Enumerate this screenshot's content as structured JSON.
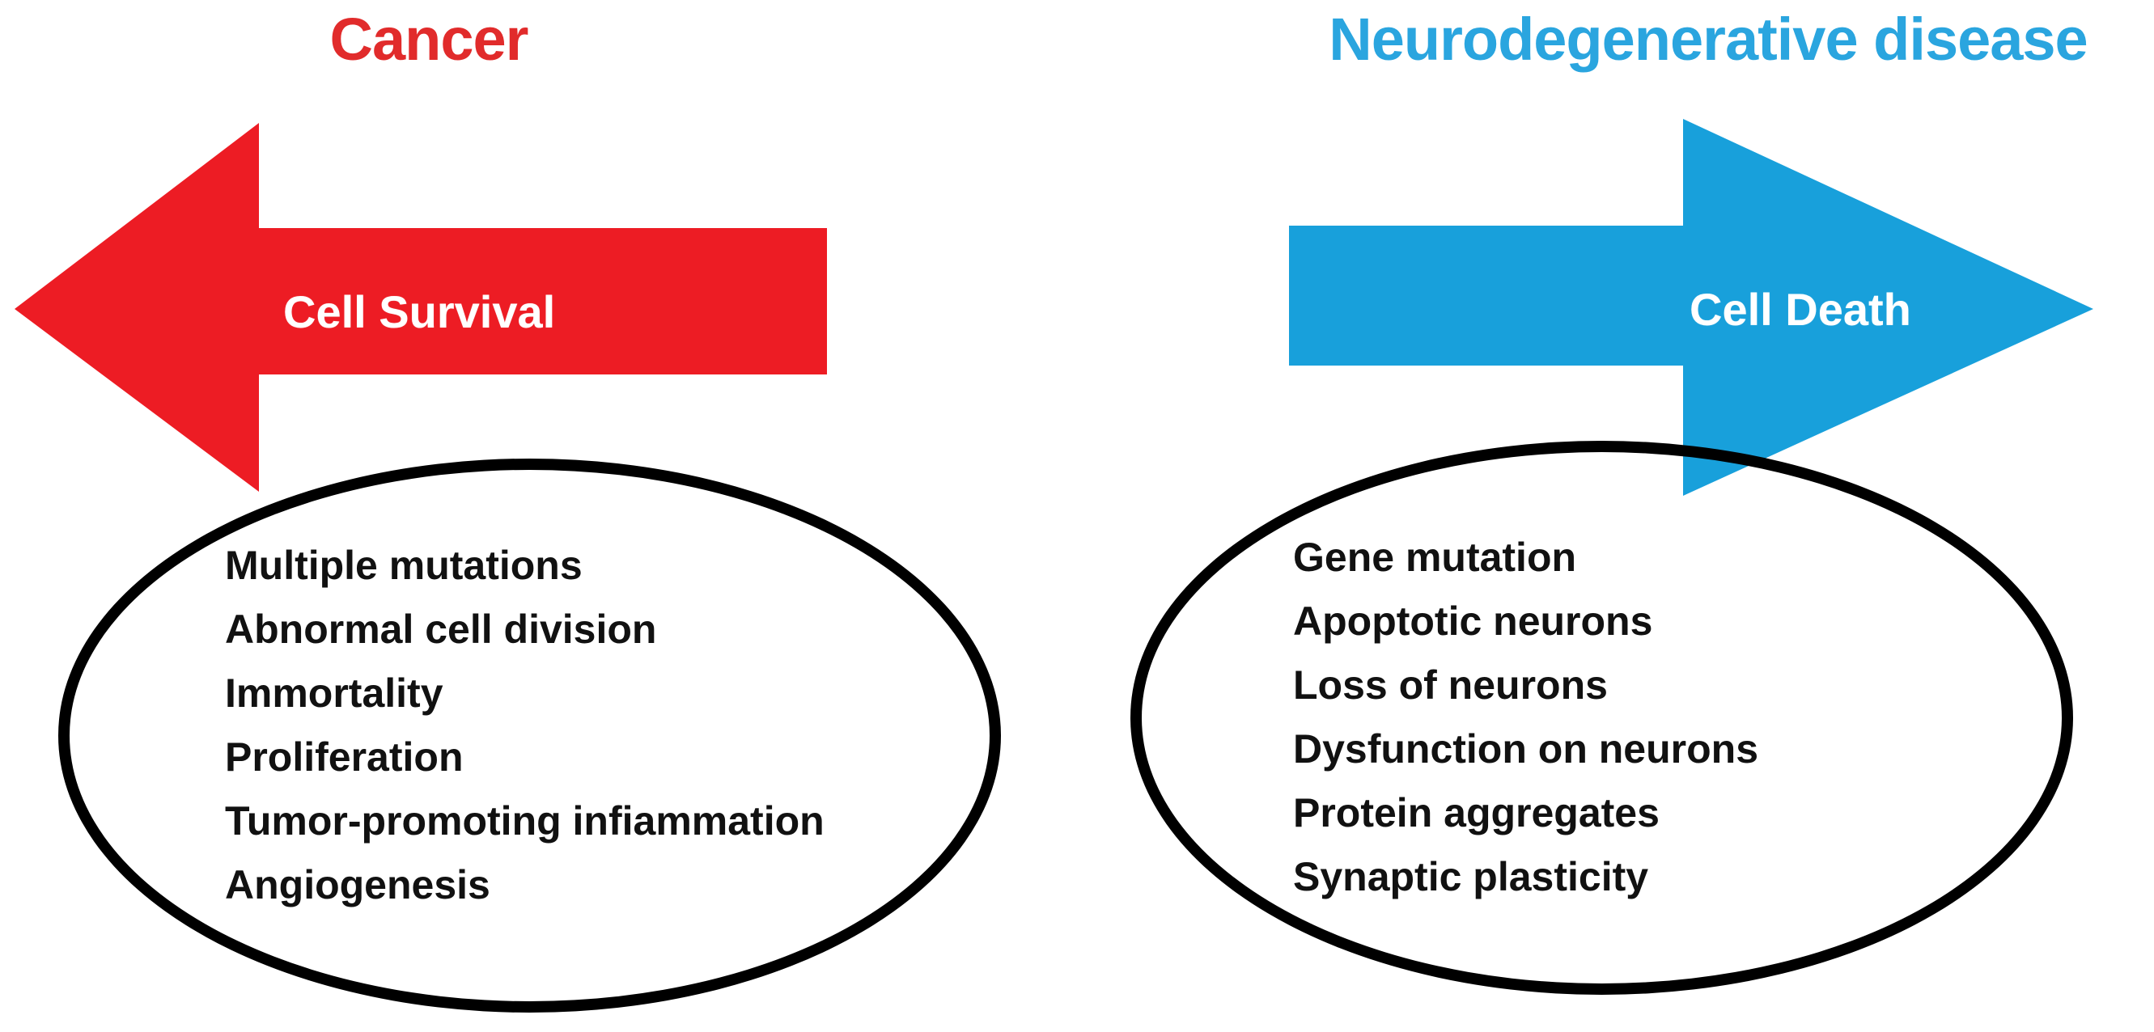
{
  "diagram": {
    "background_color": "#ffffff",
    "panels": [
      {
        "title": "Cancer",
        "title_color": "#E12B2B",
        "arrow": {
          "label": "Cell Survival",
          "direction": "left",
          "color": "#ED1C24",
          "label_color": "#ffffff"
        },
        "ellipse": {
          "outline_color": "#000000",
          "items": [
            "Multiple mutations",
            "Abnormal cell division",
            "Immortality",
            "Proliferation",
            "Tumor-promoting infiammation",
            "Angiogenesis"
          ]
        }
      },
      {
        "title": "Neurodegenerative disease",
        "title_color": "#2AA5DF",
        "arrow": {
          "label": "Cell Death",
          "direction": "right",
          "color": "#18A0DB",
          "label_color": "#ffffff"
        },
        "ellipse": {
          "outline_color": "#000000",
          "items": [
            "Gene mutation",
            "Apoptotic neurons",
            "Loss of neurons",
            "Dysfunction on neurons",
            "Protein aggregates",
            "Synaptic plasticity"
          ]
        }
      }
    ]
  }
}
